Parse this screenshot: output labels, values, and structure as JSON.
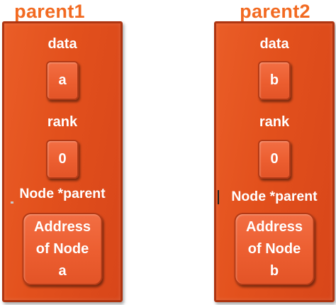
{
  "nodes": [
    {
      "title": "parent1",
      "data_label": "data",
      "data_value": "a",
      "rank_label": "rank",
      "rank_value": "0",
      "parent_label": "Node *parent",
      "parent_value_lines": [
        "Address",
        "of Node",
        "a"
      ]
    },
    {
      "title": "parent2",
      "data_label": "data",
      "data_value": "b",
      "rank_label": "rank",
      "rank_value": "0",
      "parent_label": "Node *parent",
      "parent_value_lines": [
        "Address",
        "of Node",
        "b"
      ]
    }
  ],
  "colors": {
    "title": "#f26a21",
    "node_fill": "#e2501c",
    "node_border": "#ad3410",
    "inner_fill": "#ec5e30",
    "text": "#ffffff"
  }
}
